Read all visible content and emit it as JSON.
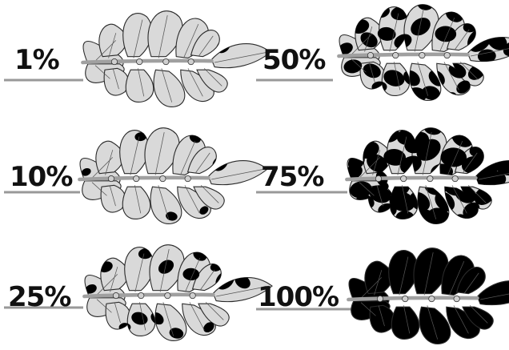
{
  "panels": [
    {
      "label": "1%",
      "severity": 0.01
    },
    {
      "label": "50%",
      "severity": 0.5
    },
    {
      "label": "10%",
      "severity": 0.1
    },
    {
      "label": "75%",
      "severity": 0.75
    },
    {
      "label": "25%",
      "severity": 0.25
    },
    {
      "label": "100%",
      "severity": 1.0
    }
  ],
  "colors": {
    "healthy_leaf": "#d9d9d9",
    "lesion": "#000000",
    "outline": "#2a2a2a",
    "stem": "#a0a0a0",
    "label": "#111111",
    "baseline": "#999999"
  },
  "icons": [
    "potato-leaf-icon"
  ]
}
